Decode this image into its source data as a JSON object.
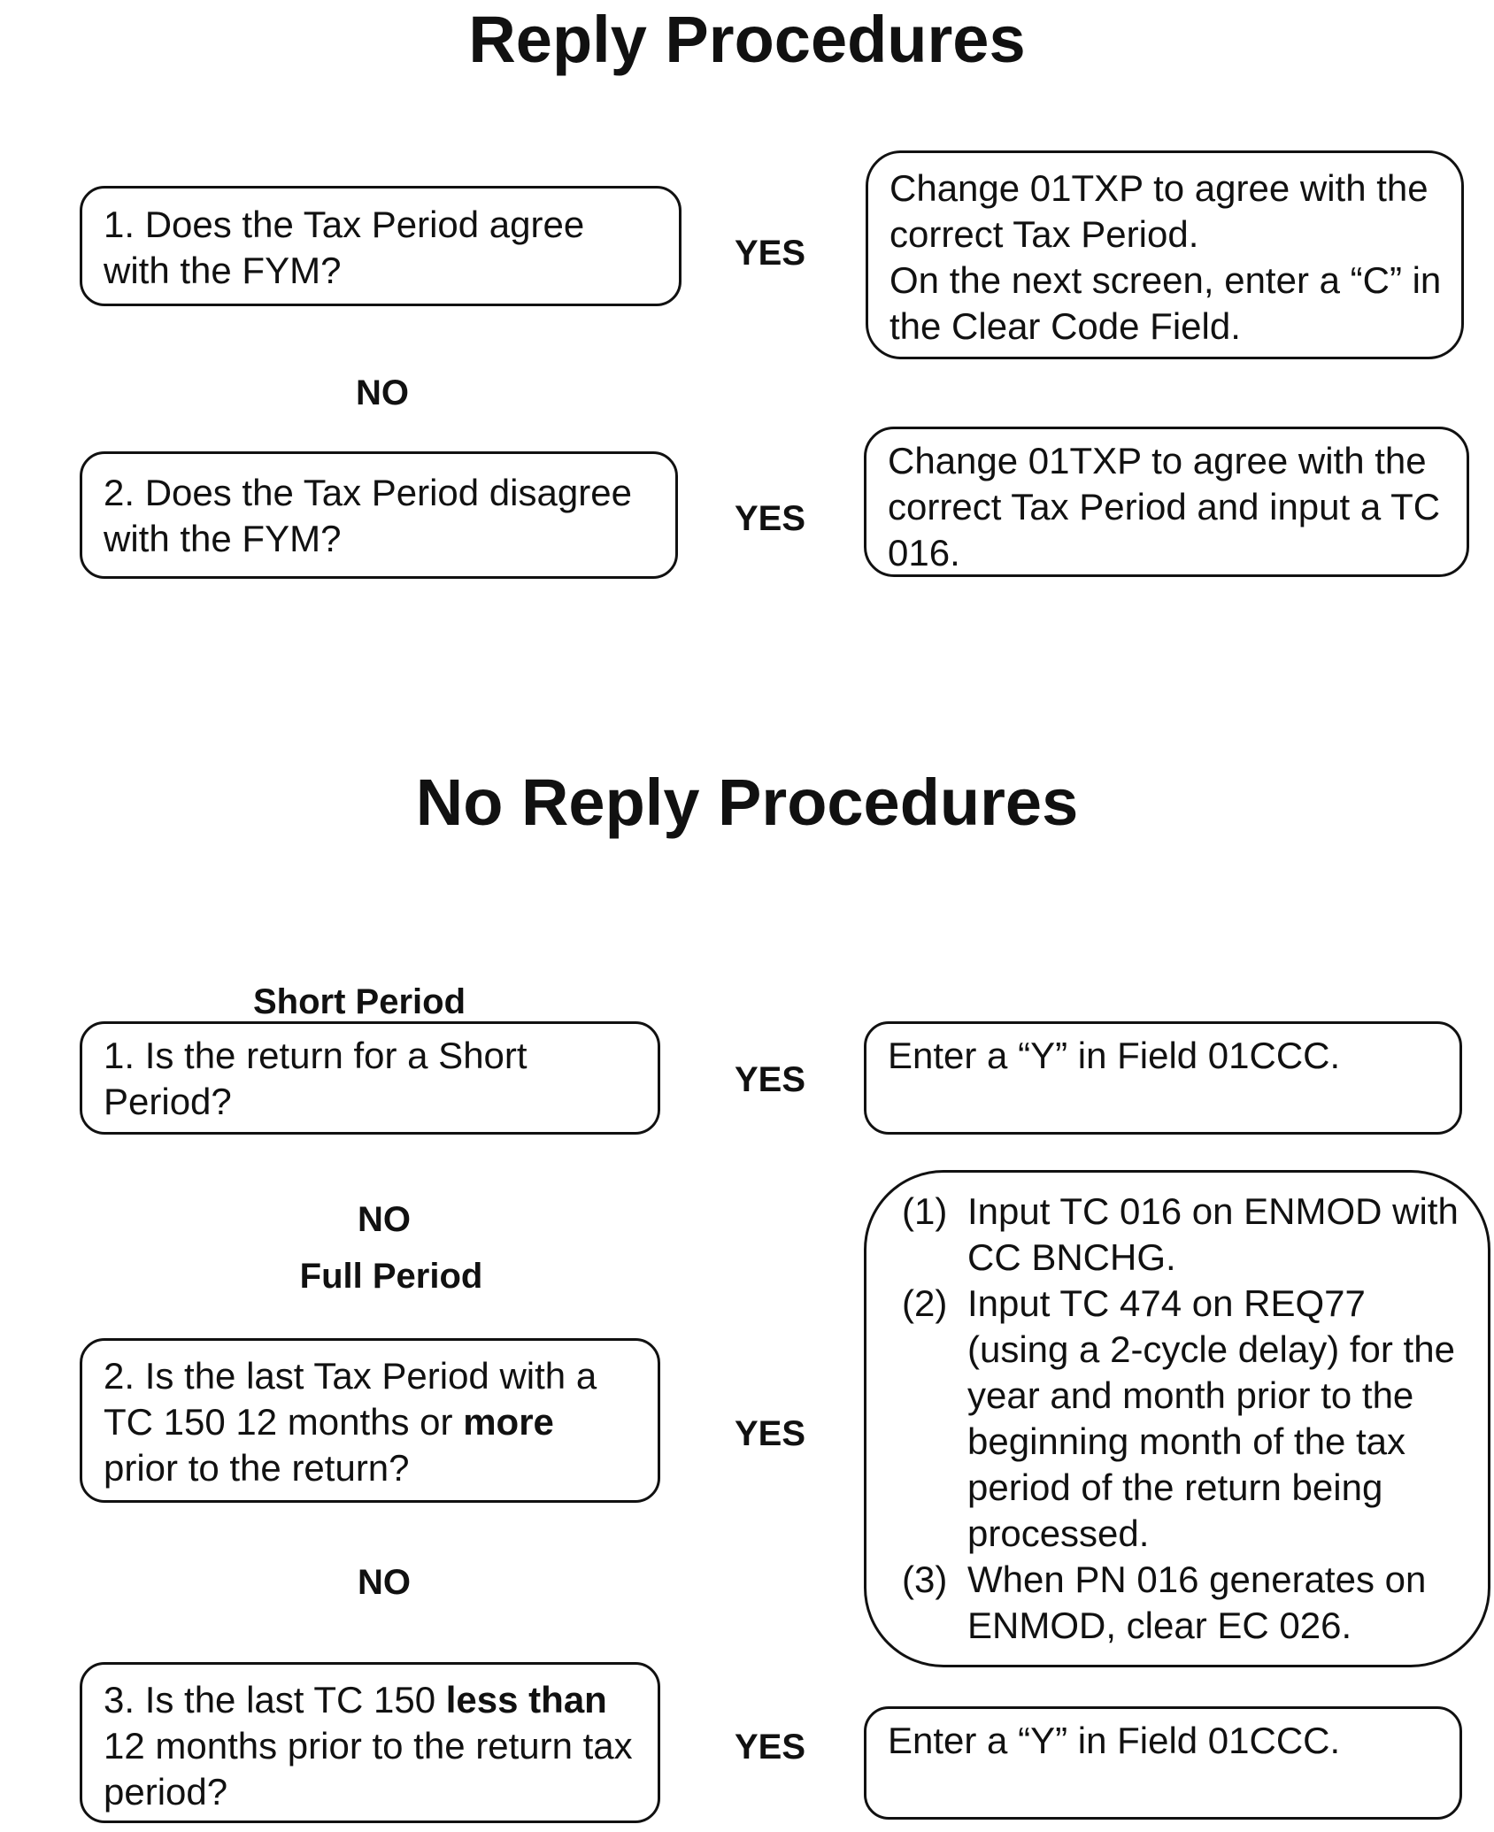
{
  "reply": {
    "title": "Reply Procedures",
    "q1": "1. Does the Tax Period agree with the FYM?",
    "q1_yes": "YES",
    "a1_line1": "Change 01TXP to agree with the correct Tax Period.",
    "a1_line2": "On the next screen, enter a “C” in the Clear Code Field.",
    "no_label": "NO",
    "q2": "2. Does the Tax Period disagree with the FYM?",
    "q2_yes": "YES",
    "a2": "Change 01TXP to agree with the correct Tax Period and input a TC 016."
  },
  "no_reply": {
    "title": "No Reply Procedures",
    "short_period_label": "Short Period",
    "q1": "1. Is the return for a Short Period?",
    "q1_yes": "YES",
    "a1": "Enter a “Y” in Field 01CCC.",
    "no_label_1": "NO",
    "full_period_label": "Full Period",
    "q2_pre": "2. Is the last Tax Period with a TC 150 12 months or ",
    "q2_bold": "more",
    "q2_post": " prior to the return?",
    "q2_yes": "YES",
    "a2_steps": [
      {
        "num": "(1)",
        "text": "Input TC 016 on ENMOD with CC BNCHG."
      },
      {
        "num": "(2)",
        "text": "Input TC 474 on REQ77 (using a 2-cycle delay) for the year and month prior to the beginning month of the tax period of the return being processed."
      },
      {
        "num": "(3)",
        "text": "When PN 016 generates on ENMOD, clear EC 026."
      }
    ],
    "no_label_2": "NO",
    "q3_pre": "3. Is the last TC 150 ",
    "q3_bold": "less than",
    "q3_post": " 12 months prior to the return tax period?",
    "q3_yes": "YES",
    "a3": "Enter a “Y” in Field 01CCC."
  }
}
